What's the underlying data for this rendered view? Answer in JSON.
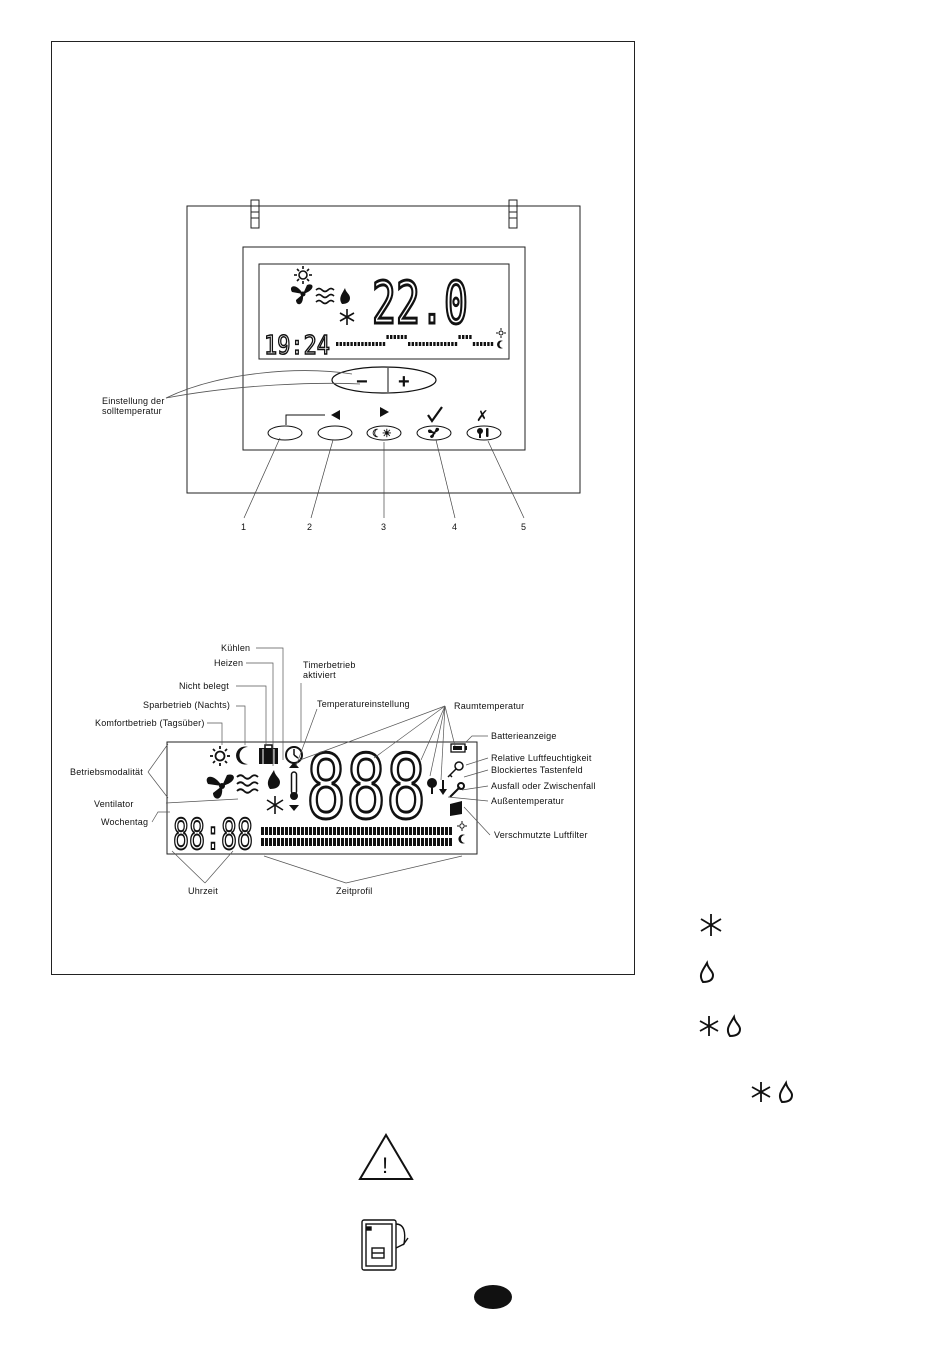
{
  "top_panel": {
    "temperature": "22.0",
    "clock": "19:24",
    "minus_label": "−",
    "plus_label": "+",
    "setpoint_label_line1": "Einstellung der",
    "setpoint_label_line2": "solltemperatur",
    "btn3_symbol": "☾☀",
    "btn4_symbol": "✓",
    "btn5_symbol": "✗",
    "numbers": [
      "1",
      "2",
      "3",
      "4",
      "5"
    ]
  },
  "lcd_diagram": {
    "digits_main": "888",
    "digits_clock": "88:88",
    "labels": {
      "kuehlen": "Kühlen",
      "heizen": "Heizen",
      "nicht_belegt": "Nicht belegt",
      "sparbetrieb": "Sparbetrieb (Nachts)",
      "komfortbetrieb": "Komfortbetrieb (Tagsüber)",
      "betriebsmodalitaet": "Betriebsmodalität",
      "ventilator": "Ventilator",
      "wochentag": "Wochentag",
      "uhrzeit": "Uhrzeit",
      "zeitprofil": "Zeitprofil",
      "timerbetrieb_line1": "Timerbetrieb",
      "timerbetrieb_line2": "aktiviert",
      "temperatureinstellung": "Temperatureinstellung",
      "raumtemperatur": "Raumtemperatur",
      "batterieanzeige": "Batterieanzeige",
      "luftfeuchtigkeit": "Relative Luftfeuchtigkeit",
      "tastenfeld": "Blockiertes Tastenfeld",
      "ausfall": "Ausfall oder Zwischenfall",
      "aussentemperatur": "Außentemperatur",
      "luftfilter": "Verschmutzte Luftfilter"
    }
  },
  "side_icons": [
    "snowflake-icon",
    "flame-icon",
    "snowflake-flame-icon",
    "snowflake-flame-icon"
  ],
  "warning_symbol": "!"
}
